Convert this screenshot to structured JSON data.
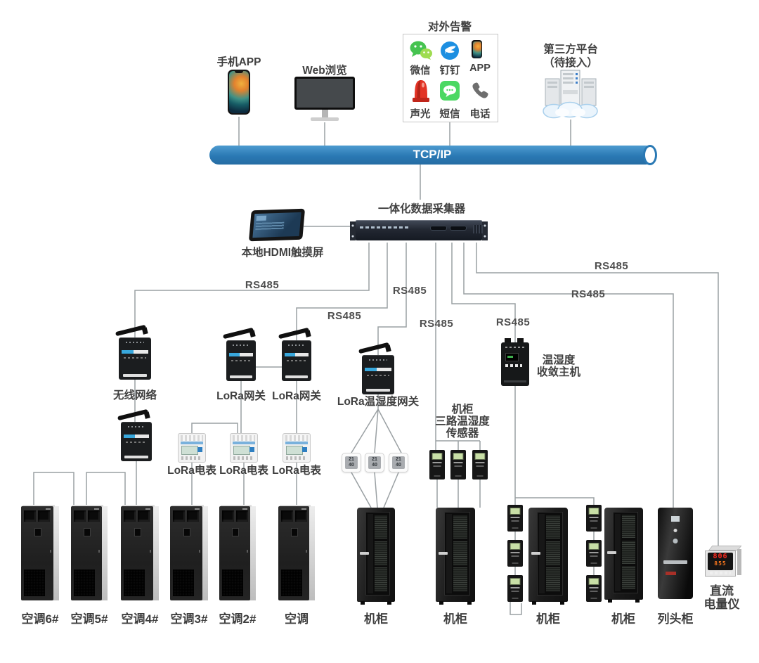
{
  "top": {
    "phone_app_label": "手机APP",
    "web_label": "Web浏览",
    "alarm": {
      "title": "对外告警",
      "items": [
        {
          "label": "微信",
          "icon": "wechat-icon"
        },
        {
          "label": "钉钉",
          "icon": "dingtalk-icon"
        },
        {
          "label": "APP",
          "icon": "app-icon"
        },
        {
          "label": "声光",
          "icon": "siren-icon"
        },
        {
          "label": "短信",
          "icon": "sms-icon"
        },
        {
          "label": "电话",
          "icon": "phone-call-icon"
        }
      ]
    },
    "third_party": {
      "line1": "第三方平台",
      "line2": "（待接入）"
    }
  },
  "backbone": {
    "label": "TCP/IP",
    "color": "#2a79b4"
  },
  "collector_label": "一体化数据采集器",
  "touchscreen_label": "本地HDMI触摸屏",
  "rs485_labels": [
    "RS485",
    "RS485",
    "RS485",
    "RS485",
    "RS485",
    "RS485",
    "RS485"
  ],
  "mid": {
    "wireless_label": "无线网络",
    "lora_gw1_label": "LoRa网关",
    "lora_gw2_label": "LoRa网关",
    "lora_th_gw_label": "LoRa温湿度网关",
    "th_host_label": {
      "line1": "温湿度",
      "line2": "收敛主机"
    },
    "trio_sensor_label": {
      "line1": "机柜",
      "line2": "三路温湿度",
      "line3": "传感器"
    },
    "meter_labels": [
      "LoRa电表",
      "LoRa电表",
      "LoRa电表"
    ],
    "white_sensor": {
      "temp": "21",
      "hum": "40"
    }
  },
  "bottom": {
    "ac_labels": [
      "空调6#",
      "空调5#",
      "空调4#",
      "空调3#",
      "空调2#",
      "空调"
    ],
    "cabinet_labels": [
      "机柜",
      "机柜",
      "机柜",
      "机柜"
    ],
    "row_head_label": "列头柜",
    "dc_meter": {
      "line1": "直流",
      "line2": "电量仪",
      "display_top": "806",
      "display_bottom": "855"
    }
  },
  "wire_color": "#9aa0a3"
}
